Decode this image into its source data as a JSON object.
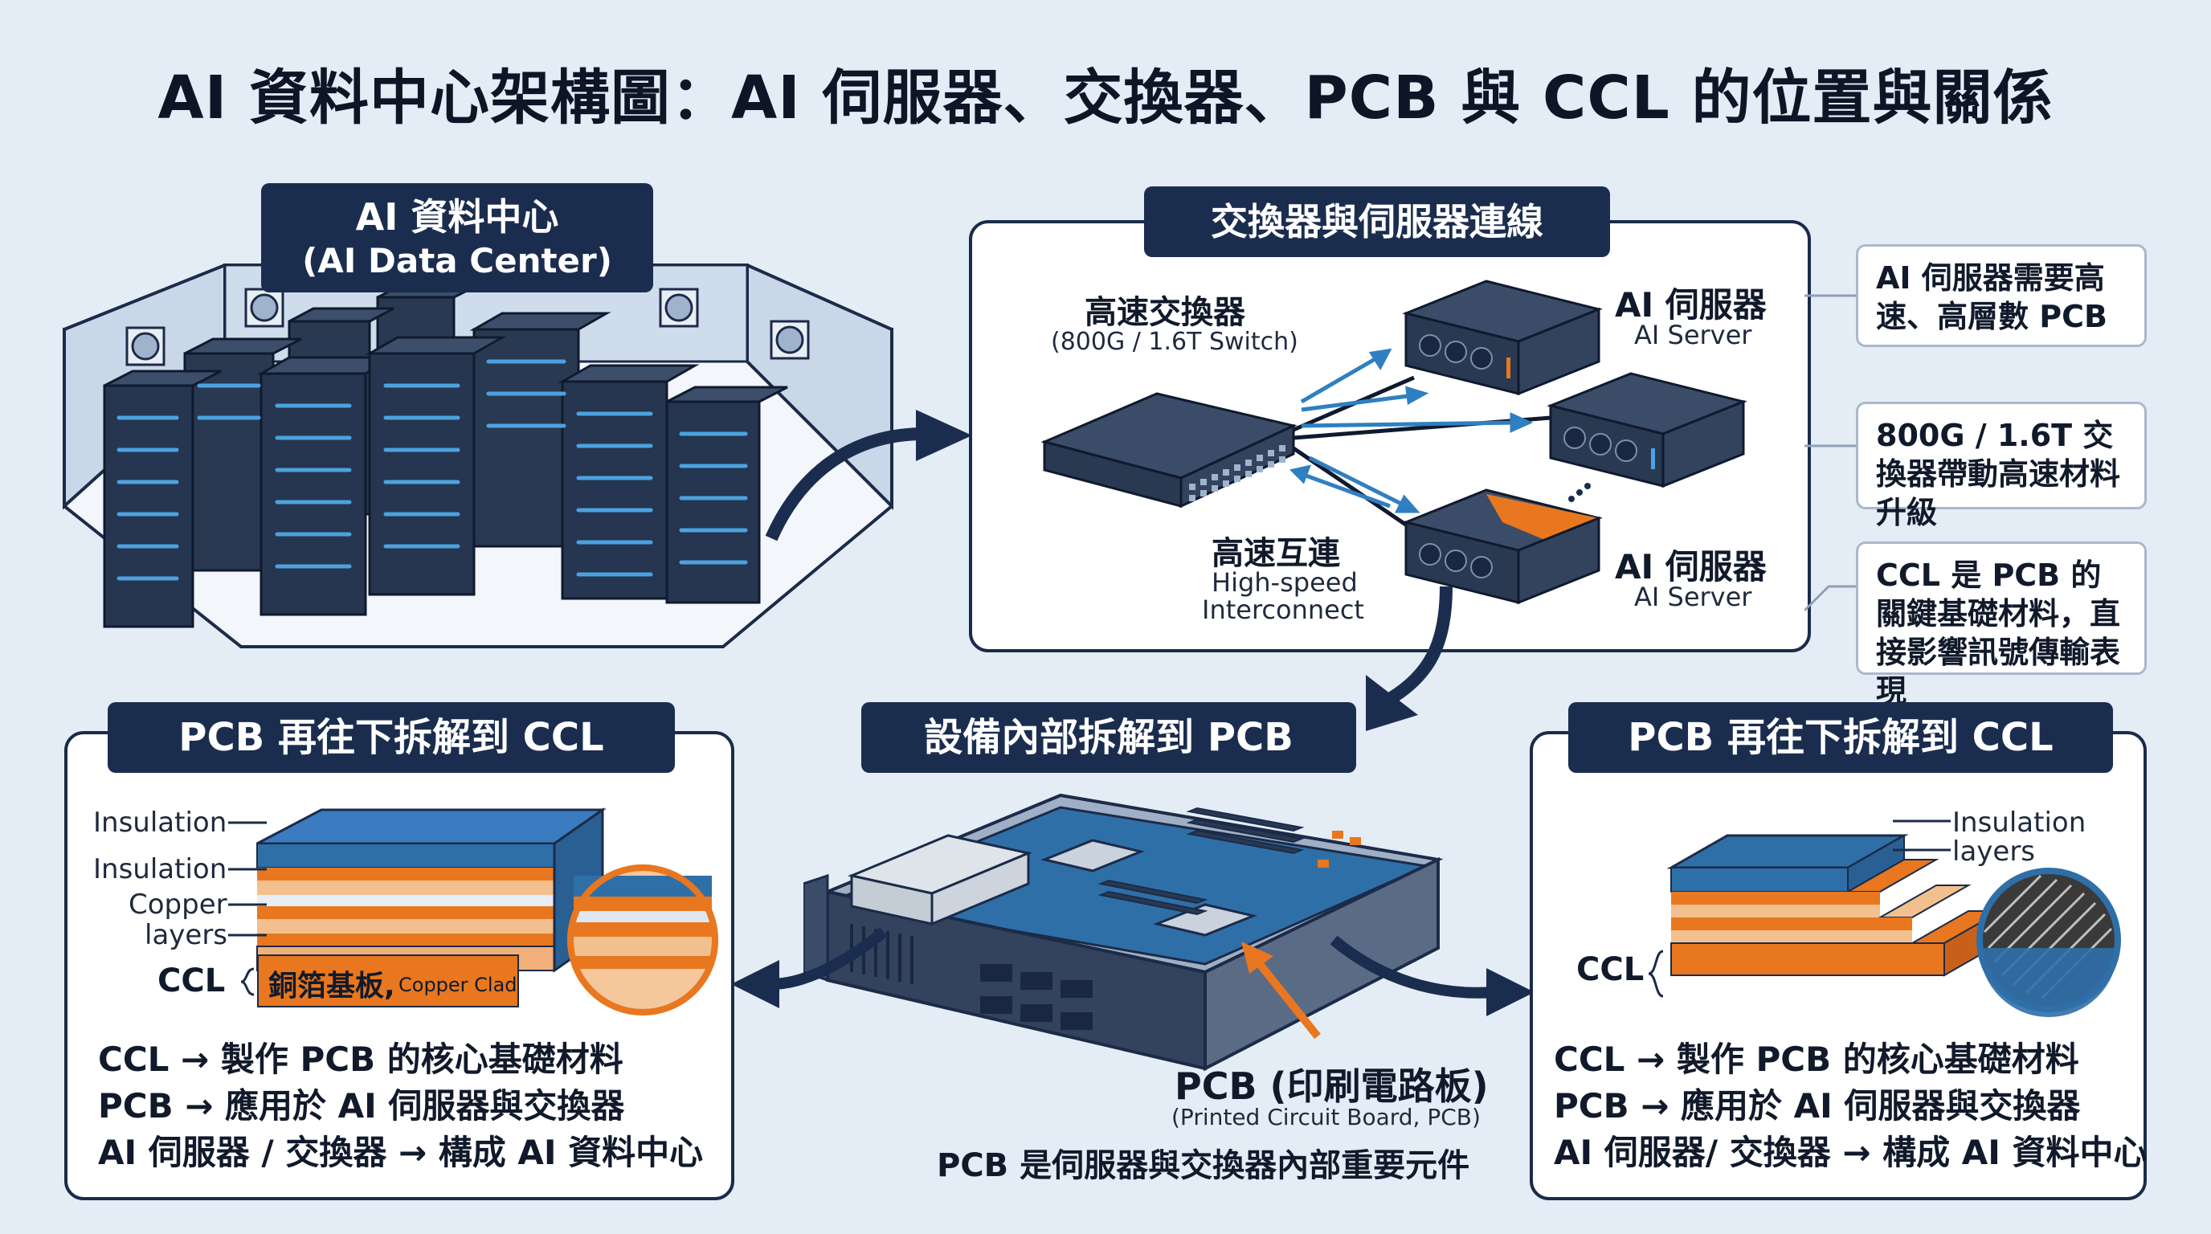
{
  "title": "AI 資料中心架構圖：AI 伺服器、交換器、PCB 與 CCL 的位置與關係",
  "datacenter": {
    "label_zh": "AI 資料中心",
    "label_en": "(AI Data Center)"
  },
  "network": {
    "header": "交換器與伺服器連線",
    "switch_zh": "高速交換器",
    "switch_en": "(800G / 1.6T Switch)",
    "server_top_zh": "AI 伺服器",
    "server_top_en": "AI Server",
    "server_bottom_zh": "AI 伺服器",
    "server_bottom_en": "AI Server",
    "interconnect_zh": "高速互連",
    "interconnect_en1": "High-speed",
    "interconnect_en2": "Interconnect"
  },
  "notes": [
    "AI 伺服器需要高速、高層數 PCB",
    "800G / 1.6T 交換器帶動高速材料升級",
    "CCL 是 PCB 的關鍵基礎材料，直接影響訊號傳輸表現"
  ],
  "left_panel": {
    "header": "PCB 再往下拆解到 CCL",
    "insulation1": "Insulation",
    "insulation2": "Insulation",
    "copper1": "Copper",
    "copper2": "layers",
    "ccl": "CCL",
    "ccl_bar_zh": "銅箔基板,",
    "ccl_bar_en": "Copper Clad",
    "lines": [
      "CCL → 製作 PCB 的核心基礎材料",
      "PCB → 應用於 AI 伺服器與交換器",
      "AI 伺服器 / 交換器 → 構成 AI 資料中心"
    ]
  },
  "center_panel": {
    "header": "設備內部拆解到 PCB",
    "pcb_zh": "PCB (印刷電路板)",
    "pcb_en": "(Printed Circuit Board, PCB)",
    "caption": "PCB 是伺服器與交換器內部重要元件"
  },
  "right_panel": {
    "header": "PCB 再往下拆解到 CCL",
    "insulation1": "Insulation",
    "insulation2": "layers",
    "ccl": "CCL",
    "lines": [
      "CCL → 製作 PCB 的核心基礎材料",
      "PCB → 應用於 AI 伺服器與交換器",
      "AI 伺服器/ 交換器 → 構成 AI 資料中心"
    ]
  },
  "colors": {
    "navy": "#1b2d4f",
    "blue": "#2f6fa8",
    "orange": "#e8771f",
    "peach": "#f2c08e",
    "background": "#e4edf6"
  }
}
